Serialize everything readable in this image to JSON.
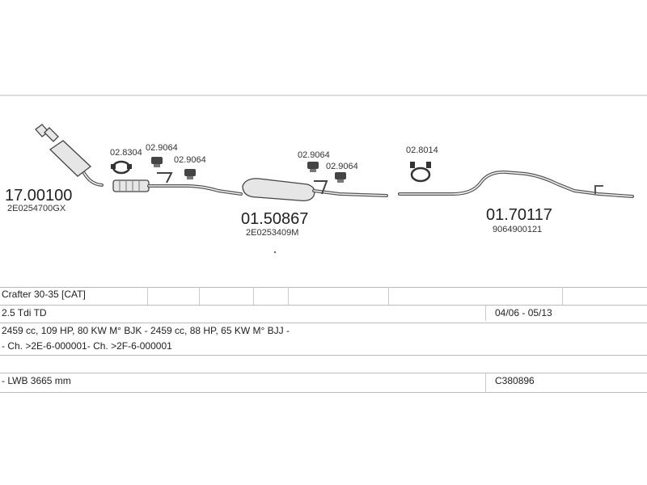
{
  "parts": [
    {
      "id": "catalyst",
      "number": "17.00100",
      "oem": "2E0254700GX"
    },
    {
      "id": "middle",
      "number": "01.50867",
      "oem": "2E0253409M"
    },
    {
      "id": "rear",
      "number": "01.70117",
      "oem": "9064900121"
    }
  ],
  "accessories": {
    "clamp_front": "02.8304",
    "hanger_1": "02.9064",
    "hanger_2": "02.9064",
    "hanger_3": "02.9064",
    "hanger_4": "02.9064",
    "clamp_rear": "02.8014"
  },
  "vehicle": {
    "model": "Crafter 30-35  [CAT]",
    "engine": "2.5 Tdi TD",
    "years": "04/06 - 05/13",
    "specs": "2459 cc, 109 HP, 80 KW M° BJK - 2459 cc, 88 HP, 65 KW M° BJJ -",
    "chassis": "- Ch. >2E-6-000001- Ch. >2F-6-000001",
    "wheelbase": "- LWB 3665 mm",
    "code": "C380896"
  },
  "colors": {
    "line": "#bbbbbb",
    "part": "#e6e6e6",
    "outline": "#444444"
  }
}
